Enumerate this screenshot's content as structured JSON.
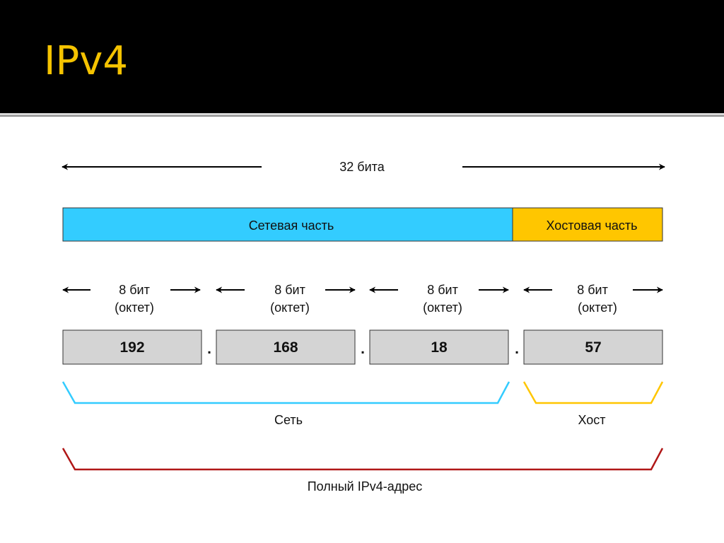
{
  "slide": {
    "title": "IPv4"
  },
  "diagram": {
    "total_label": "32 бита",
    "network_part_label": "Сетевая часть",
    "host_part_label": "Хостовая часть",
    "octets": [
      {
        "bits_line1": "8 бит",
        "bits_line2": "(октет)",
        "value": "192"
      },
      {
        "bits_line1": "8 бит",
        "bits_line2": "(октет)",
        "value": "168"
      },
      {
        "bits_line1": "8 бит",
        "bits_line2": "(октет)",
        "value": "18"
      },
      {
        "bits_line1": "8 бит",
        "bits_line2": "(октет)",
        "value": "57"
      }
    ],
    "separator": ".",
    "network_label": "Сеть",
    "host_label": "Хост",
    "full_address_label": "Полный IPv4-адрес",
    "colors": {
      "network": "#33ccff",
      "host": "#ffc600",
      "octet_box": "#d4d4d4",
      "network_bracket": "#33ccff",
      "host_bracket": "#ffc600",
      "full_bracket": "#b01717",
      "title": "#f5c300"
    }
  }
}
